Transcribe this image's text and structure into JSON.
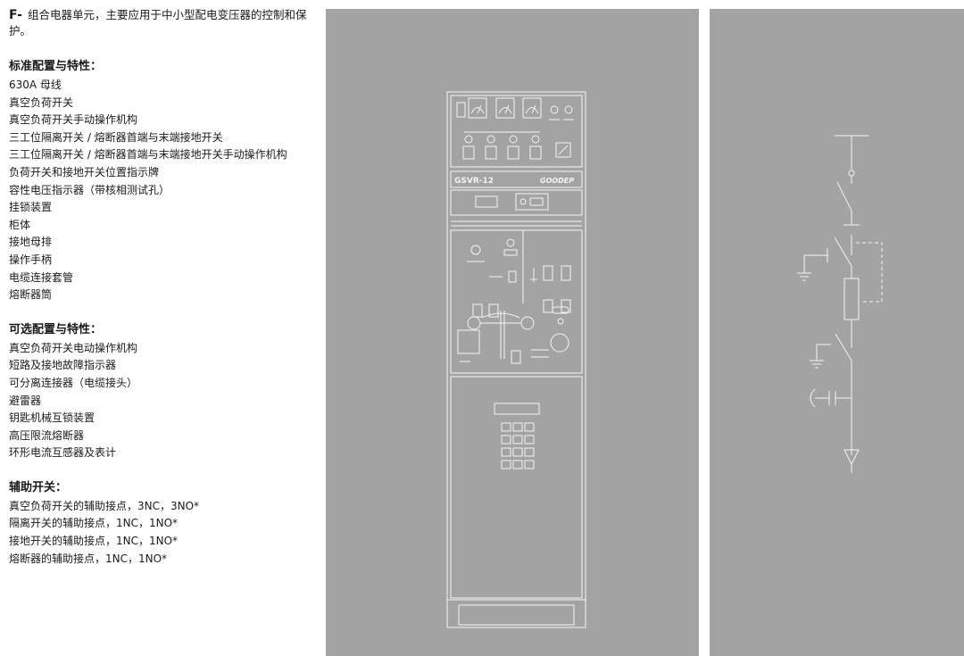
{
  "intro": {
    "code": "F-",
    "text": "组合电器单元，主要应用于中小型配电变压器的控制和保护。"
  },
  "standard": {
    "title": "标准配置与特性：",
    "items": [
      "630A 母线",
      "真空负荷开关",
      "真空负荷开关手动操作机构",
      "三工位隔离开关 / 熔断器首端与末端接地开关",
      "三工位隔离开关 / 熔断器首端与末端接地开关手动操作机构",
      "负荷开关和接地开关位置指示牌",
      "容性电压指示器（带核相测试孔）",
      "挂锁装置",
      "柜体",
      "接地母排",
      "操作手柄",
      "电缆连接套管",
      "熔断器筒"
    ]
  },
  "optional": {
    "title": "可选配置与特性：",
    "items": [
      "真空负荷开关电动操作机构",
      "短路及接地故障指示器",
      "可分离连接器（电缆接头）",
      "避雷器",
      "钥匙机械互锁装置",
      "高压限流熔断器",
      "环形电流互感器及表计"
    ]
  },
  "auxiliary": {
    "title": "辅助开关：",
    "items": [
      "真空负荷开关的辅助接点，3NC，3NO*",
      "隔离开关的辅助接点，1NC，1NO*",
      "接地开关的辅助接点，1NC，1NO*",
      "熔断器的辅助接点，1NC，1NO*"
    ]
  },
  "cabinet": {
    "model_label": "GSVR-12",
    "brand_label": "GOODEP"
  },
  "colors": {
    "panel_background": "#a3a3a3",
    "line_art": "#f4f4f4",
    "text": "#1a1a1a"
  }
}
